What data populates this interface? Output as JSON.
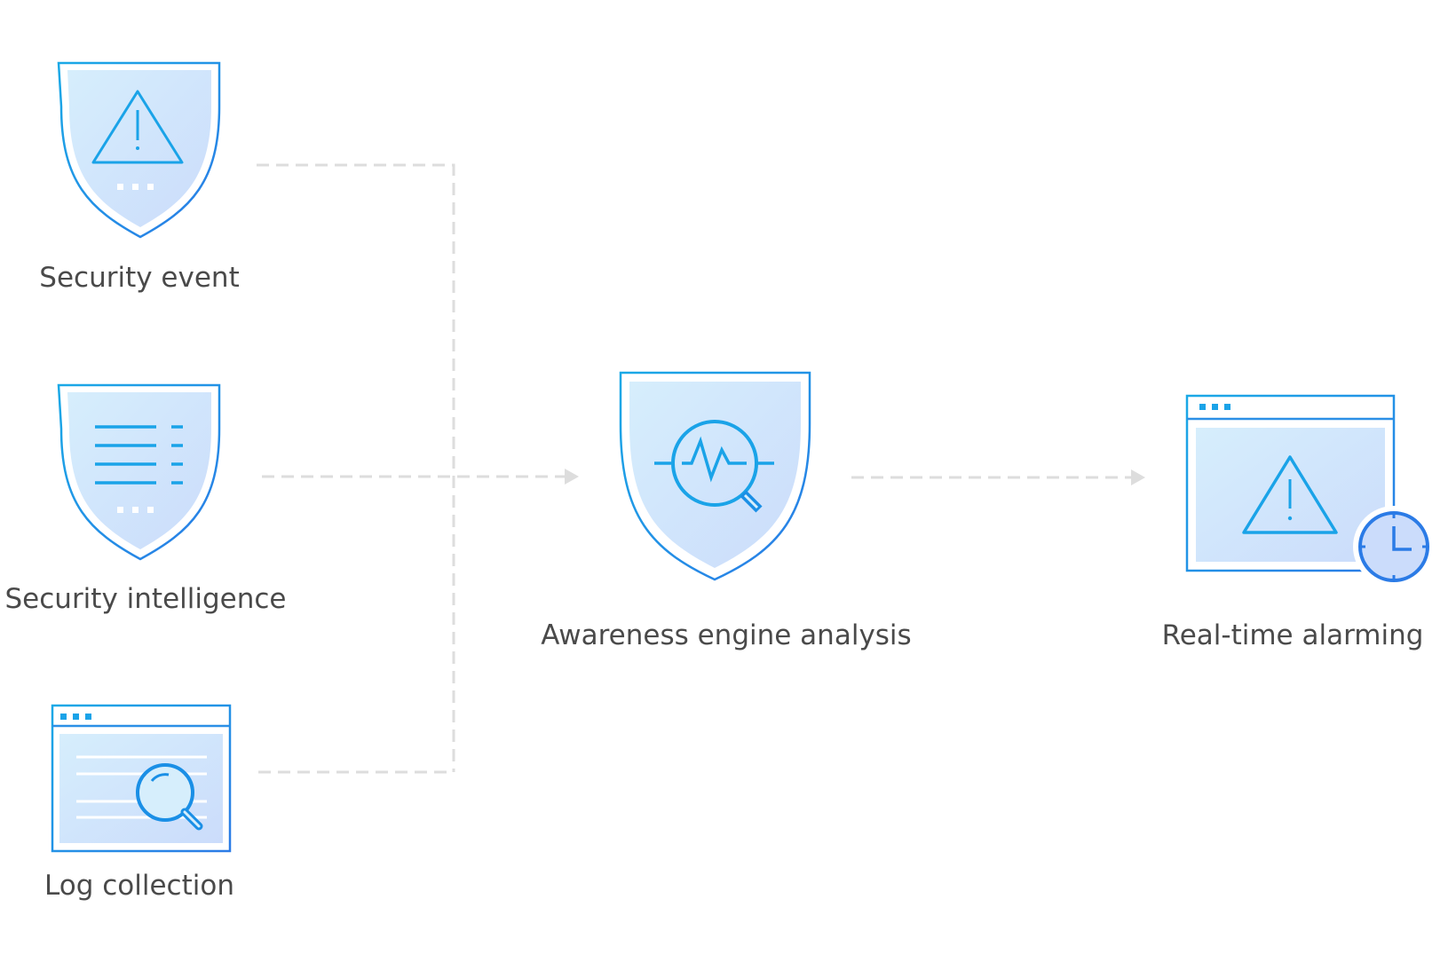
{
  "nodes": {
    "security_event": {
      "label": "Security event",
      "icon": "warning-shield-icon"
    },
    "security_intelligence": {
      "label": "Security intelligence",
      "icon": "list-shield-icon"
    },
    "log_collection": {
      "label": "Log collection",
      "icon": "log-window-search-icon"
    },
    "awareness_engine": {
      "label": "Awareness engine analysis",
      "icon": "pulse-search-shield-icon"
    },
    "realtime_alarming": {
      "label": "Real-time alarming",
      "icon": "alarm-window-clock-icon"
    }
  },
  "edges": [
    {
      "from": "security_event",
      "to": "awareness_engine"
    },
    {
      "from": "security_intelligence",
      "to": "awareness_engine"
    },
    {
      "from": "log_collection",
      "to": "awareness_engine"
    },
    {
      "from": "awareness_engine",
      "to": "realtime_alarming"
    }
  ],
  "colors": {
    "accent": "#1aa3e8",
    "accent_dark": "#2b7be6",
    "fill_light": "#d6eefc",
    "fill_mid": "#cbdcfb",
    "connector": "#dddddd",
    "label": "#4a4a4a"
  }
}
